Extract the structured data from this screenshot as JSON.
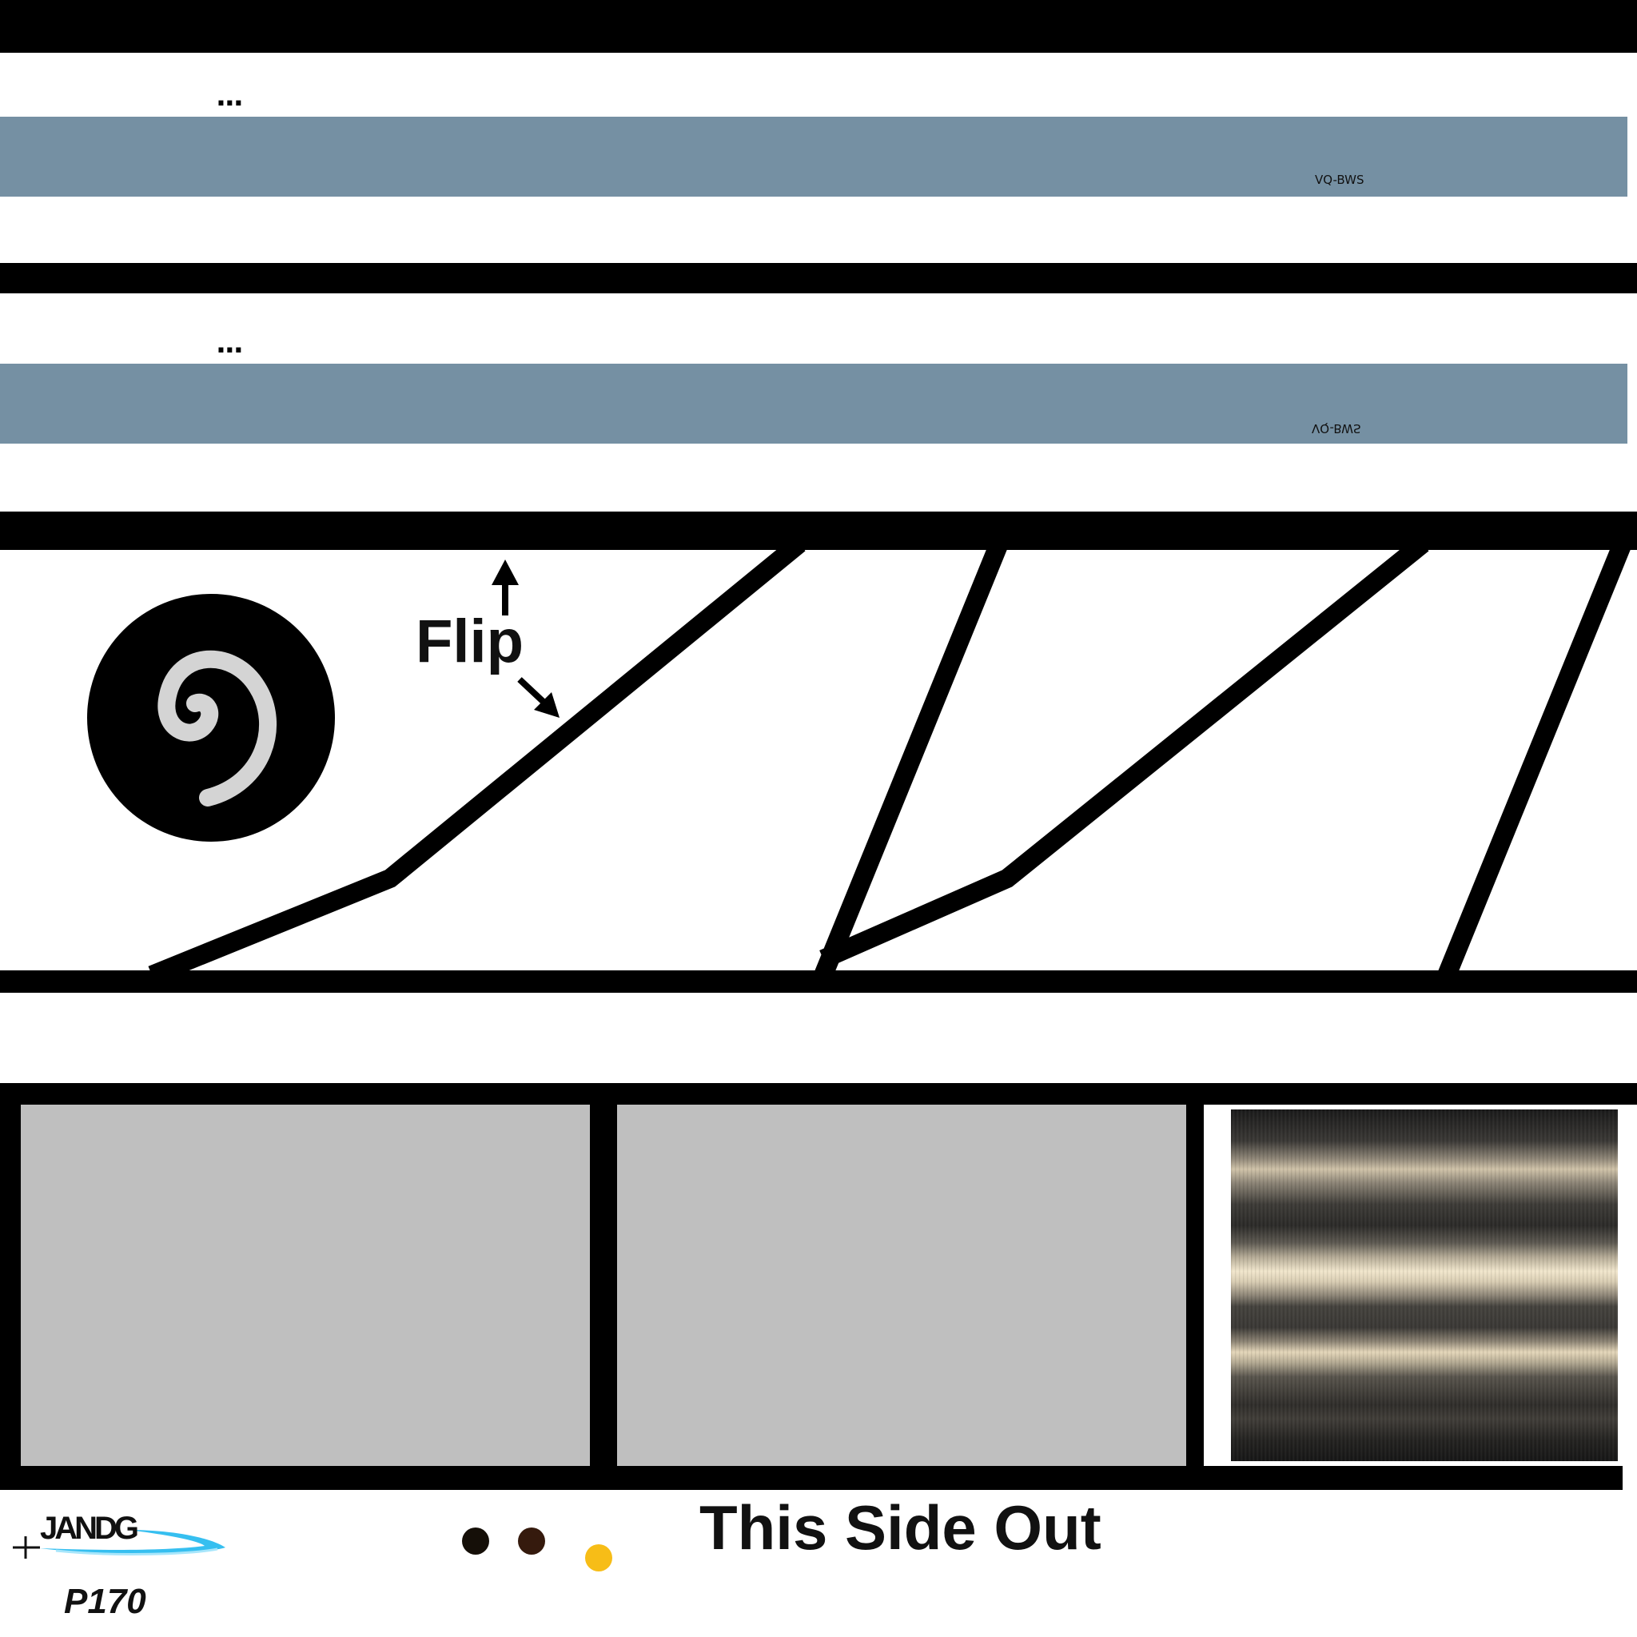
{
  "top_section": {
    "row1": {
      "ellipsis": "...",
      "registration": "VQ-BWS"
    },
    "row2": {
      "ellipsis": "...",
      "registration": "VQ-BWS"
    }
  },
  "flip_panel": {
    "label": "Flip",
    "up_arrow_icon": "arrow-up-icon",
    "diag_arrow_icon": "arrow-down-right-icon",
    "emblem_icon": "spiral-emblem-icon"
  },
  "footer": {
    "logo": "JANDG",
    "code": "P170",
    "caption": "This Side Out"
  },
  "colors": {
    "band": "#7590a3",
    "gray_panel": "#bfbfbf",
    "dot1": "#150f08",
    "dot2": "#351a0d",
    "dot3": "#f7bd17",
    "logo_swoosh": "#20b8ee"
  }
}
